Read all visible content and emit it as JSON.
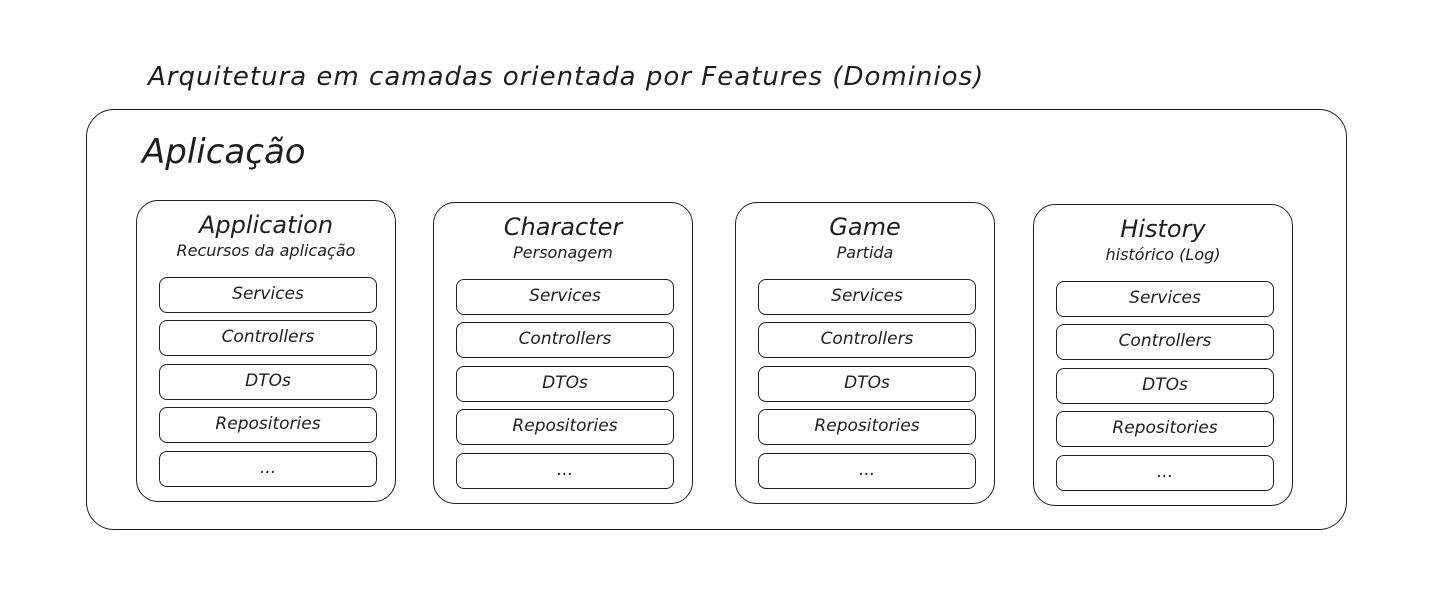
{
  "diagram": {
    "title": "Arquitetura em camadas orientada por Features (Dominios)",
    "container_label": "Aplicação",
    "features": [
      {
        "name": "Application",
        "subtitle": "Recursos da aplicação",
        "layers": [
          "Services",
          "Controllers",
          "DTOs",
          "Repositories",
          "..."
        ]
      },
      {
        "name": "Character",
        "subtitle": "Personagem",
        "layers": [
          "Services",
          "Controllers",
          "DTOs",
          "Repositories",
          "..."
        ]
      },
      {
        "name": "Game",
        "subtitle": "Partida",
        "layers": [
          "Services",
          "Controllers",
          "DTOs",
          "Repositories",
          "..."
        ]
      },
      {
        "name": "History",
        "subtitle": "histórico (Log)",
        "layers": [
          "Services",
          "Controllers",
          "DTOs",
          "Repositories",
          "..."
        ]
      }
    ]
  }
}
